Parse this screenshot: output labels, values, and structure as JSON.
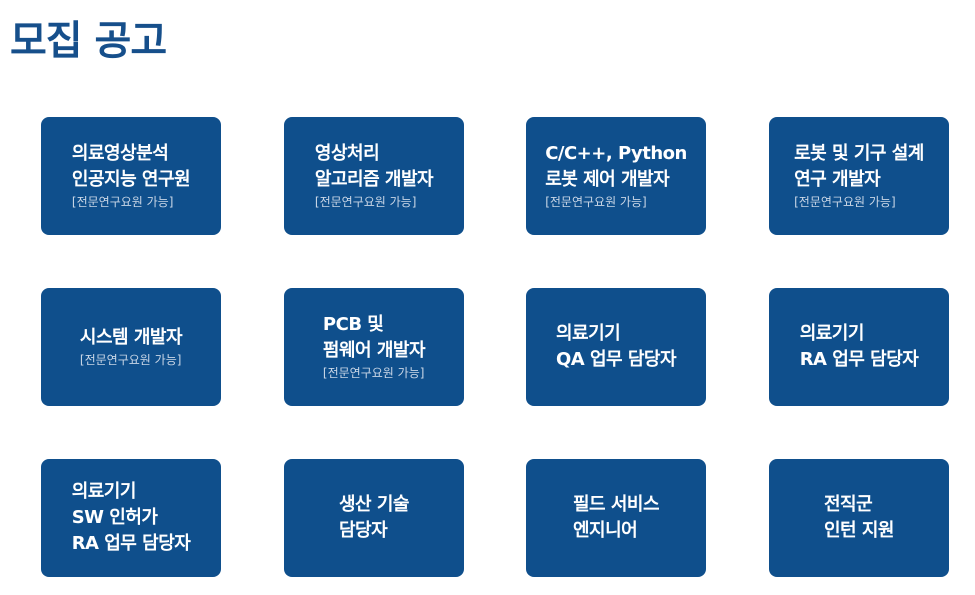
{
  "page_title": "모집 공고",
  "colors": {
    "title": "#164f8b",
    "card": "#0f4f8c"
  },
  "cards": [
    {
      "lines": [
        "의료영상분석",
        "인공지능 연구원"
      ],
      "note": "[전문연구요원 가능]"
    },
    {
      "lines": [
        "영상처리",
        "알고리즘 개발자"
      ],
      "note": "[전문연구요원 가능]"
    },
    {
      "lines": [
        "C/C++, Python",
        "로봇 제어 개발자"
      ],
      "note": "[전문연구요원 가능]"
    },
    {
      "lines": [
        "로봇 및 기구 설계",
        "연구 개발자"
      ],
      "note": "[전문연구요원 가능]"
    },
    {
      "lines": [
        "시스템 개발자"
      ],
      "note": "[전문연구요원 가능]"
    },
    {
      "lines": [
        "PCB 및",
        "펌웨어 개발자"
      ],
      "note": "[전문연구요원 가능]"
    },
    {
      "lines": [
        "의료기기",
        "QA 업무 담당자"
      ]
    },
    {
      "lines": [
        "의료기기",
        "RA 업무 담당자"
      ]
    },
    {
      "lines": [
        "의료기기",
        "SW 인허가",
        "RA 업무 담당자"
      ]
    },
    {
      "lines": [
        "생산 기술",
        "담당자"
      ]
    },
    {
      "lines": [
        "필드 서비스",
        "엔지니어"
      ]
    },
    {
      "lines": [
        "전직군",
        "인턴 지원"
      ]
    }
  ]
}
